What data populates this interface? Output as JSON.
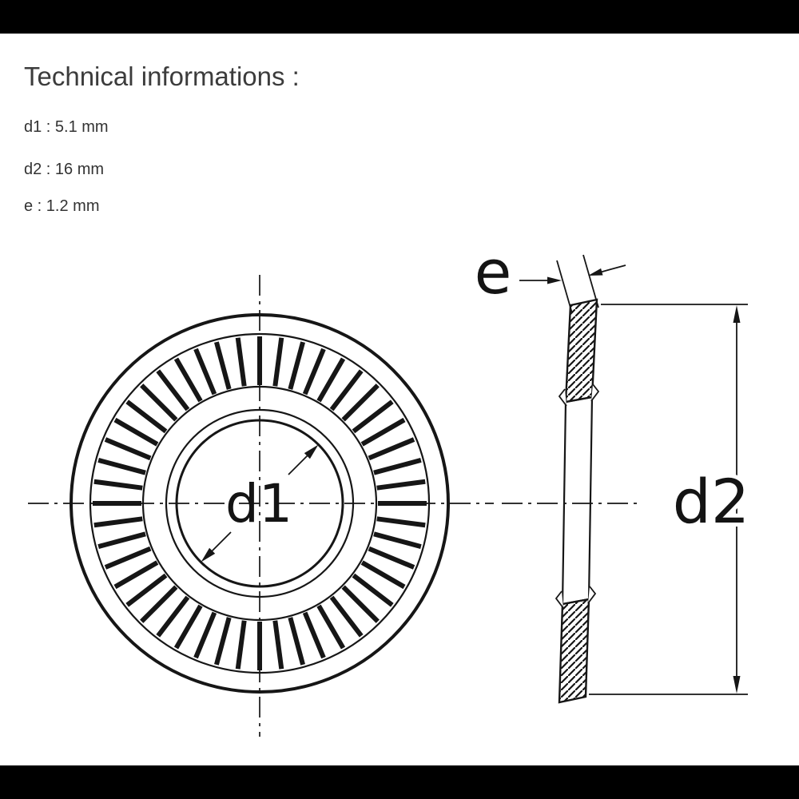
{
  "header": {
    "title": "Technical informations :"
  },
  "specs": {
    "d1": "d1 : 5.1 mm",
    "d2": "d2 : 16 mm",
    "e": "e : 1.2 mm"
  },
  "drawing": {
    "hole_diameter_label": "d1",
    "outer_diameter_label": "d2",
    "thickness_label": "e"
  },
  "colors": {
    "line": "#161616",
    "title_text": "#3c3c3c",
    "spec_text": "#333333",
    "bar": "#000000",
    "background": "#ffffff"
  }
}
